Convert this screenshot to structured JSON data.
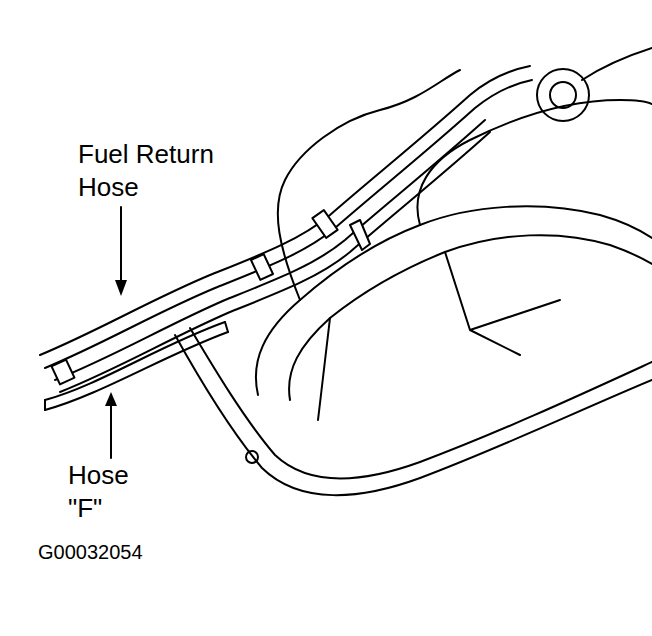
{
  "diagram": {
    "labels": [
      "Fuel Return Hose",
      "Hose \"F\"",
      "G00032054"
    ]
  }
}
